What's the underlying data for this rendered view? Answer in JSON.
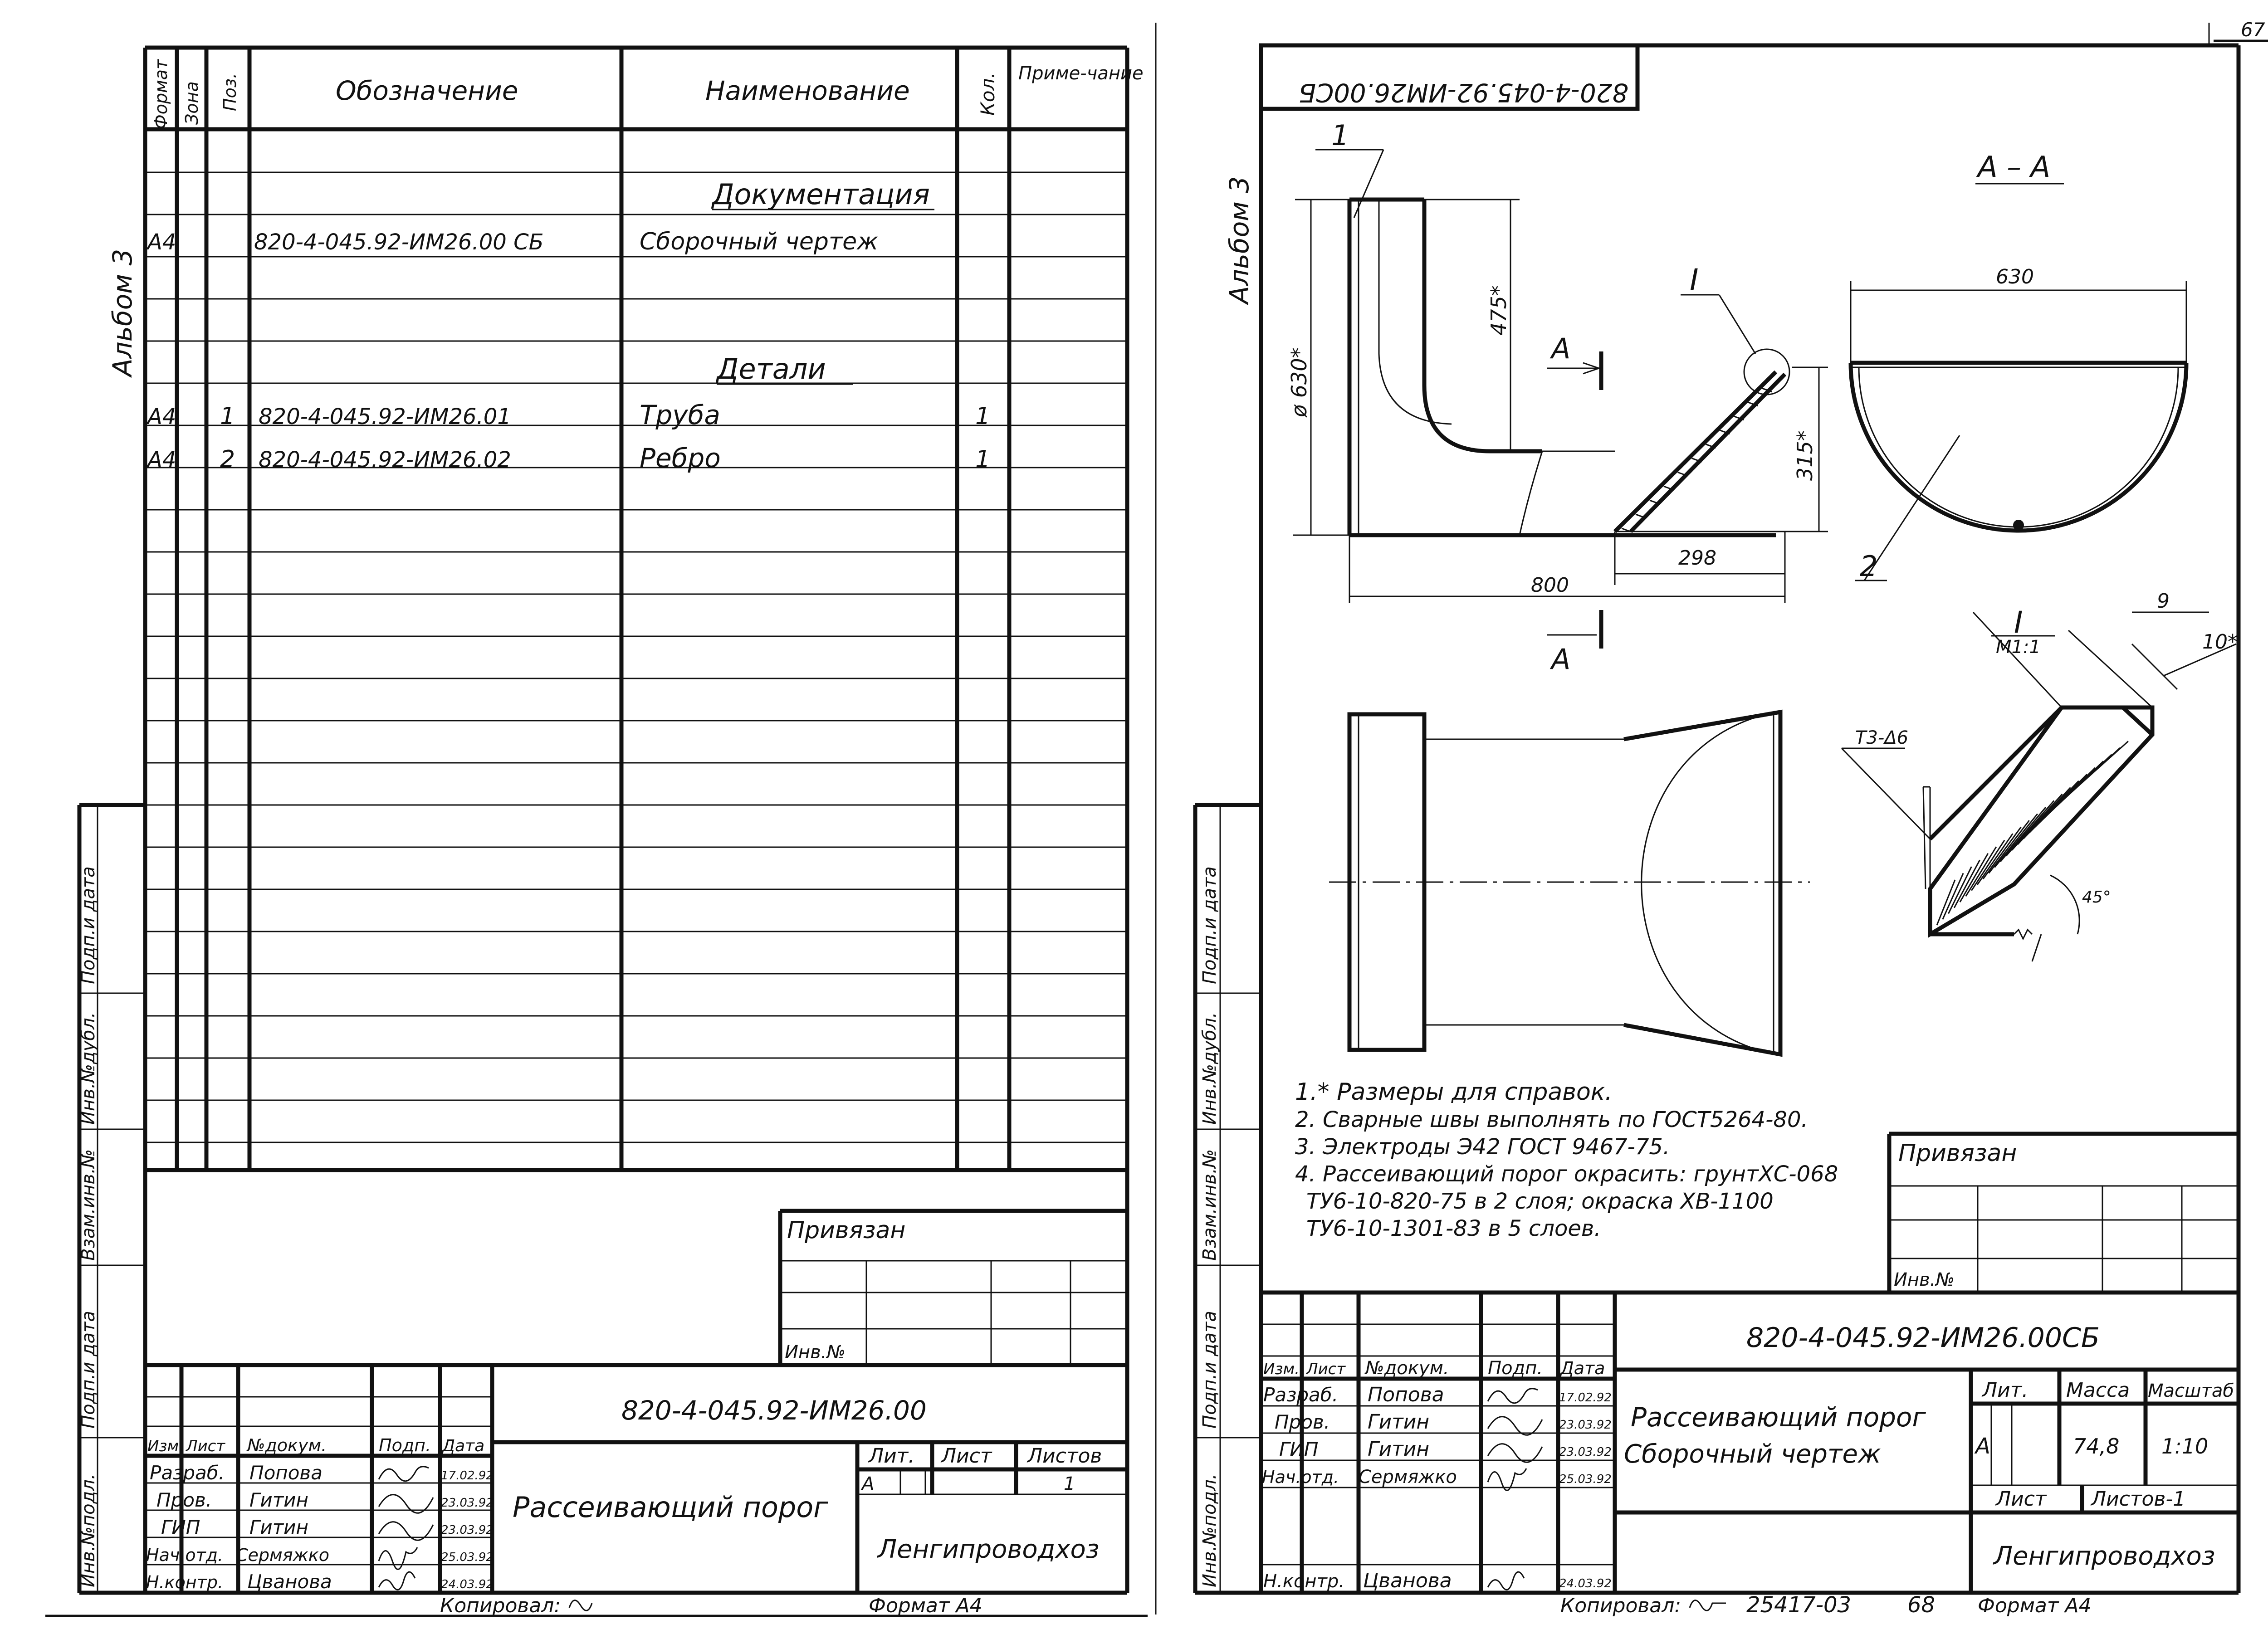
{
  "page_number": "67",
  "album_label": "Альбом 3",
  "side_stamp_labels": [
    "Подп.и дата",
    "Инв.№дубл.",
    "Взам.инв.№",
    "Подп.и дата",
    "Инв.№подл."
  ],
  "spec": {
    "headers": {
      "format": "Формат",
      "zone": "Зона",
      "pos": "Поз.",
      "designation": "Обозначение",
      "name": "Наименование",
      "qty": "Кол.",
      "note": "Приме-чание"
    },
    "section_documentation": "Документация",
    "section_details": "Детали",
    "rows": [
      {
        "format": "А4",
        "pos": "",
        "designation": "820-4-045.92-ИМ26.00 СБ",
        "name": "Сборочный чертеж",
        "qty": ""
      },
      {
        "format": "А4",
        "pos": "1",
        "designation": "820-4-045.92-ИМ26.01",
        "name": "Труба",
        "qty": "1"
      },
      {
        "format": "А4",
        "pos": "2",
        "designation": "820-4-045.92-ИМ26.02",
        "name": "Ребро",
        "qty": "1"
      }
    ]
  },
  "privyazan": "Привязан",
  "inv_no": "Инв.№",
  "left_title_block": {
    "code": "820-4-045.92-ИМ26.00",
    "title": "Рассеивающий порог",
    "organization": "Ленгипроводхоз",
    "lit_label": "Лит.",
    "sheet_label": "Лист",
    "sheets_label": "Листов",
    "lit_value": "А",
    "sheets_value": "1",
    "col_headers": [
      "Изм.",
      "Лист",
      "№докум.",
      "Подп.",
      "Дата"
    ],
    "people": [
      {
        "role": "Разраб.",
        "name": "Попова",
        "date": "17.02.92"
      },
      {
        "role": "Пров.",
        "name": "Гитин",
        "date": "23.03.92"
      },
      {
        "role": "ГИП",
        "name": "Гитин",
        "date": "23.03.92"
      },
      {
        "role": "Нач.отд.",
        "name": "Сермяжко",
        "date": "25.03.92"
      },
      {
        "role": "Н.контр.",
        "name": "Цванова",
        "date": "24.03.92"
      }
    ],
    "copied": "Копировал:",
    "format": "Формат А4"
  },
  "right_drawing": {
    "mirrored_code": "820-4-045.92-ИМ26.00СБ",
    "section_label": "А – А",
    "cut_label": "А",
    "detail_label": "I",
    "detail_scale": "М1:1",
    "dims": {
      "diameter": "ø 630*",
      "height": "475*",
      "rib_height": "315*",
      "rib_length": "298",
      "length": "800",
      "section_width": "630",
      "weld_width": "9",
      "weld_depth": "10*",
      "weld_angle": "45°",
      "weld_mark": "Т3-Δ6"
    },
    "part_labels": [
      "1",
      "2"
    ],
    "notes": [
      "1.* Размеры для справок.",
      "2. Сварные швы выполнять по ГОСТ5264-80.",
      "3. Электроды Э42 ГОСТ 9467-75.",
      "4. Рассеивающий порог окрасить: грунтХС-068",
      "ТУ6-10-820-75 в 2 слоя; окраска ХВ-1100",
      "ТУ6-10-1301-83 в 5 слоев."
    ]
  },
  "right_title_block": {
    "code": "820-4-045.92-ИМ26.00СБ",
    "title_line1": "Рассеивающий порог",
    "title_line2": "Сборочный чертеж",
    "organization": "Ленгипроводхоз",
    "lit_label": "Лит.",
    "mass_label": "Масса",
    "scale_label": "Масштаб",
    "lit_value": "А",
    "mass_value": "74,8",
    "scale_value": "1:10",
    "sheet_label": "Лист",
    "sheets_label": "Листов-1",
    "col_headers": [
      "Изм.",
      "Лист",
      "№докум.",
      "Подп.",
      "Дата"
    ],
    "people": [
      {
        "role": "Разраб.",
        "name": "Попова",
        "date": "17.02.92"
      },
      {
        "role": "Пров.",
        "name": "Гитин",
        "date": "23.03.92"
      },
      {
        "role": "ГИП",
        "name": "Гитин",
        "date": "23.03.92"
      },
      {
        "role": "Нач.отд.",
        "name": "Сермяжко",
        "date": "25.03.92"
      },
      {
        "role": "Н.контр.",
        "name": "Цванова",
        "date": "24.03.92"
      }
    ],
    "copied": "Копировал:",
    "copy_number": "25417-03",
    "copy_sheet": "68",
    "format": "Формат А4"
  }
}
